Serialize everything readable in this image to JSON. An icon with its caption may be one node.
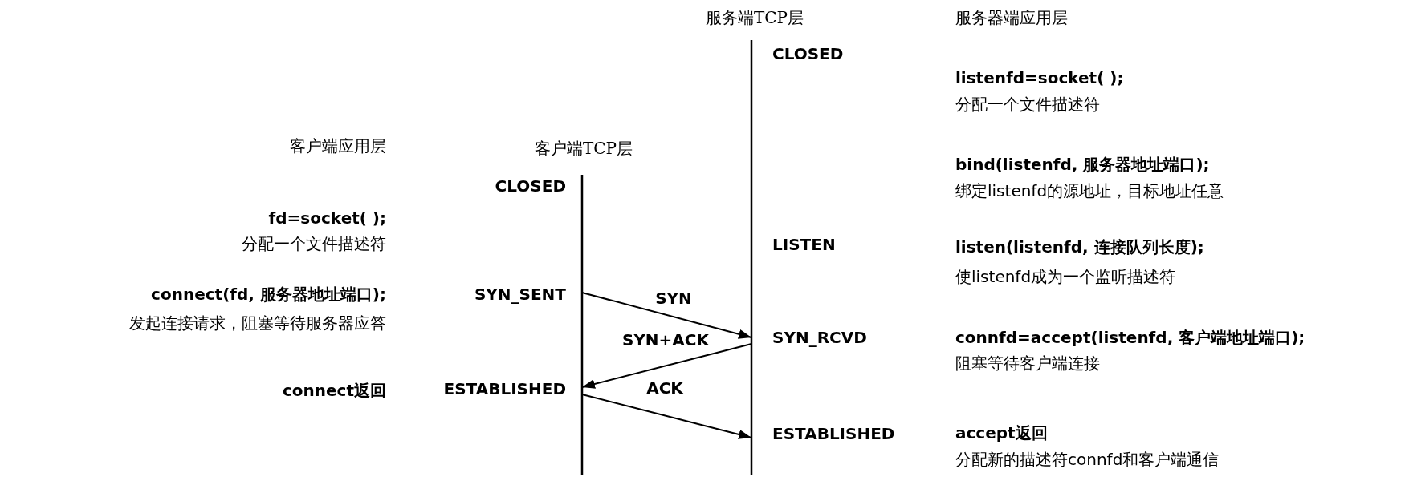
{
  "diagram": {
    "nodes": [
      {
        "text": [
          "CLOSED"
        ]
      },
      {
        "text": [
          "CLOSED"
        ]
      },
      {
        "text": [
          "LISTEN"
        ]
      },
      {
        "text": [
          "SYN_SENT"
        ]
      },
      {
        "text": [
          "SYN_RCVD"
        ]
      },
      {
        "text": [
          "ESTABLISHED"
        ]
      },
      {
        "text": [
          "ESTABLISHED"
        ]
      }
    ],
    "edges": [
      {
        "from": 3,
        "to": 4,
        "arrow": "to",
        "label": "SYN"
      },
      {
        "from": 4,
        "to": 5,
        "arrow": "to",
        "label": "SYN+ACK"
      },
      {
        "from": 5,
        "to": 6,
        "arrow": "to",
        "label": "ACK"
      }
    ],
    "labels": [
      "服务端TCP层",
      "服务器端应用层",
      "listenfd=socket( );",
      "分配一个文件描述符",
      "客户端应用层",
      "客户端TCP层",
      "bind(listenfd, 服务器地址端口);",
      "绑定listenfd的源地址，目标地址任意",
      "fd=socket( );",
      "分配一个文件描述符",
      "listen(listenfd, 连接队列长度);",
      "使listenfd成为一个监听描述符",
      "connect(fd, 服务器地址端口);",
      "发起连接请求，阻塞等待服务器应答",
      "connfd=accept(listenfd, 客户端地址端口);",
      "阻塞等待客户端连接",
      "connect返回",
      "accept返回",
      "分配新的描述符connfd和客户端通信"
    ]
  }
}
